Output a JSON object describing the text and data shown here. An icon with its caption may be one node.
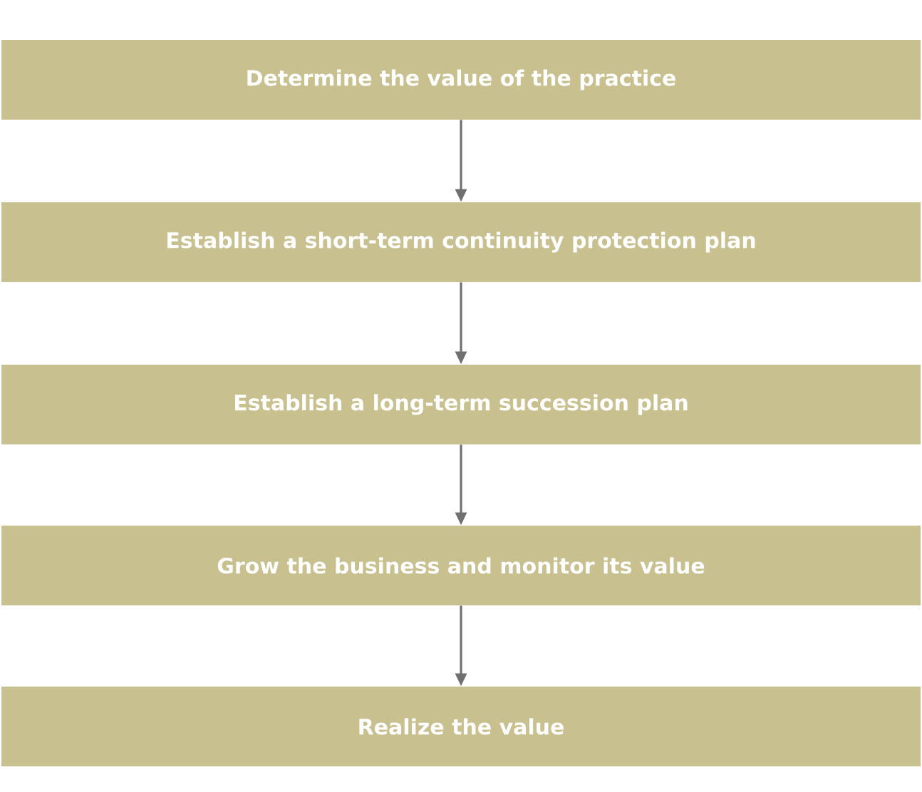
{
  "diagram": {
    "nodes": [
      {
        "text": [
          "Determine the value of the practice"
        ]
      },
      {
        "text": [
          "Establish a short-term continuity protection plan"
        ]
      },
      {
        "text": [
          "Establish a long-term succession plan"
        ]
      },
      {
        "text": [
          "Grow the business and monitor its value"
        ]
      },
      {
        "text": [
          "Realize the value"
        ]
      }
    ],
    "edges": [
      {
        "from": 0,
        "to": 1,
        "arrow": "to"
      },
      {
        "from": 1,
        "to": 2,
        "arrow": "to"
      },
      {
        "from": 2,
        "to": 3,
        "arrow": "to"
      },
      {
        "from": 3,
        "to": 4,
        "arrow": "to"
      }
    ]
  }
}
